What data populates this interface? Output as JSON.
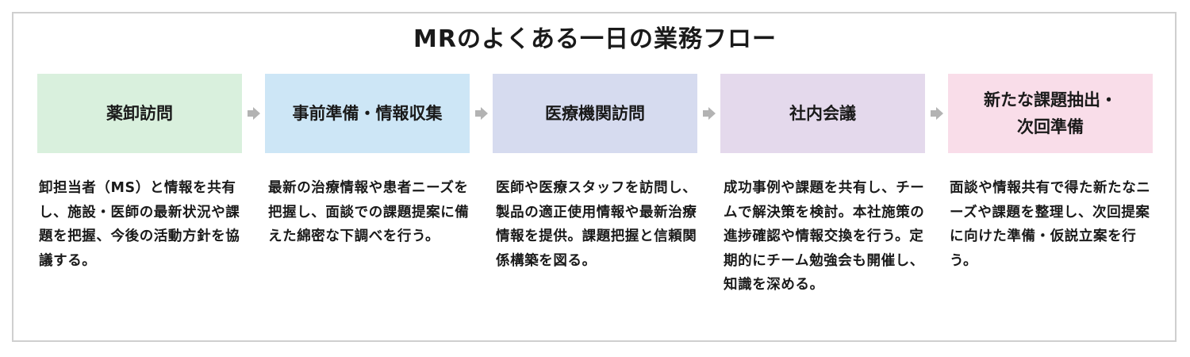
{
  "title": "MRのよくある一日の業務フロー",
  "steps": [
    {
      "label": "薬卸訪問",
      "color": "#d9f0dd",
      "description": "卸担当者（MS）と情報を共有し、施設・医師の最新状況や課題を把握、今後の活動方針を協議する。"
    },
    {
      "label": "事前準備・情報収集",
      "color": "#cde6f6",
      "description": "最新の治療情報や患者ニーズを把握し、面談での課題提案に備えた綿密な下調べを行う。"
    },
    {
      "label": "医療機関訪問",
      "color": "#d6dbef",
      "description": "医師や医療スタッフを訪問し、製品の適正使用情報や最新治療情報を提供。課題把握と信頼関係構築を図る。"
    },
    {
      "label": "社内会議",
      "color": "#e4d9ec",
      "description": "成功事例や課題を共有し、チームで解決策を検討。本社施策の進捗確認や情報交換を行う。定期的にチーム勉強会も開催し、知識を深める。"
    },
    {
      "label": "新たな課題抽出・\n次回準備",
      "color": "#f9dde9",
      "description": "面談や情報共有で得た新たなニーズや課題を整理し、次回提案に向けた準備・仮説立案を行う。"
    }
  ],
  "arrow_color": "#b3b3b3",
  "icons": [
    "arrow-right-icon"
  ]
}
